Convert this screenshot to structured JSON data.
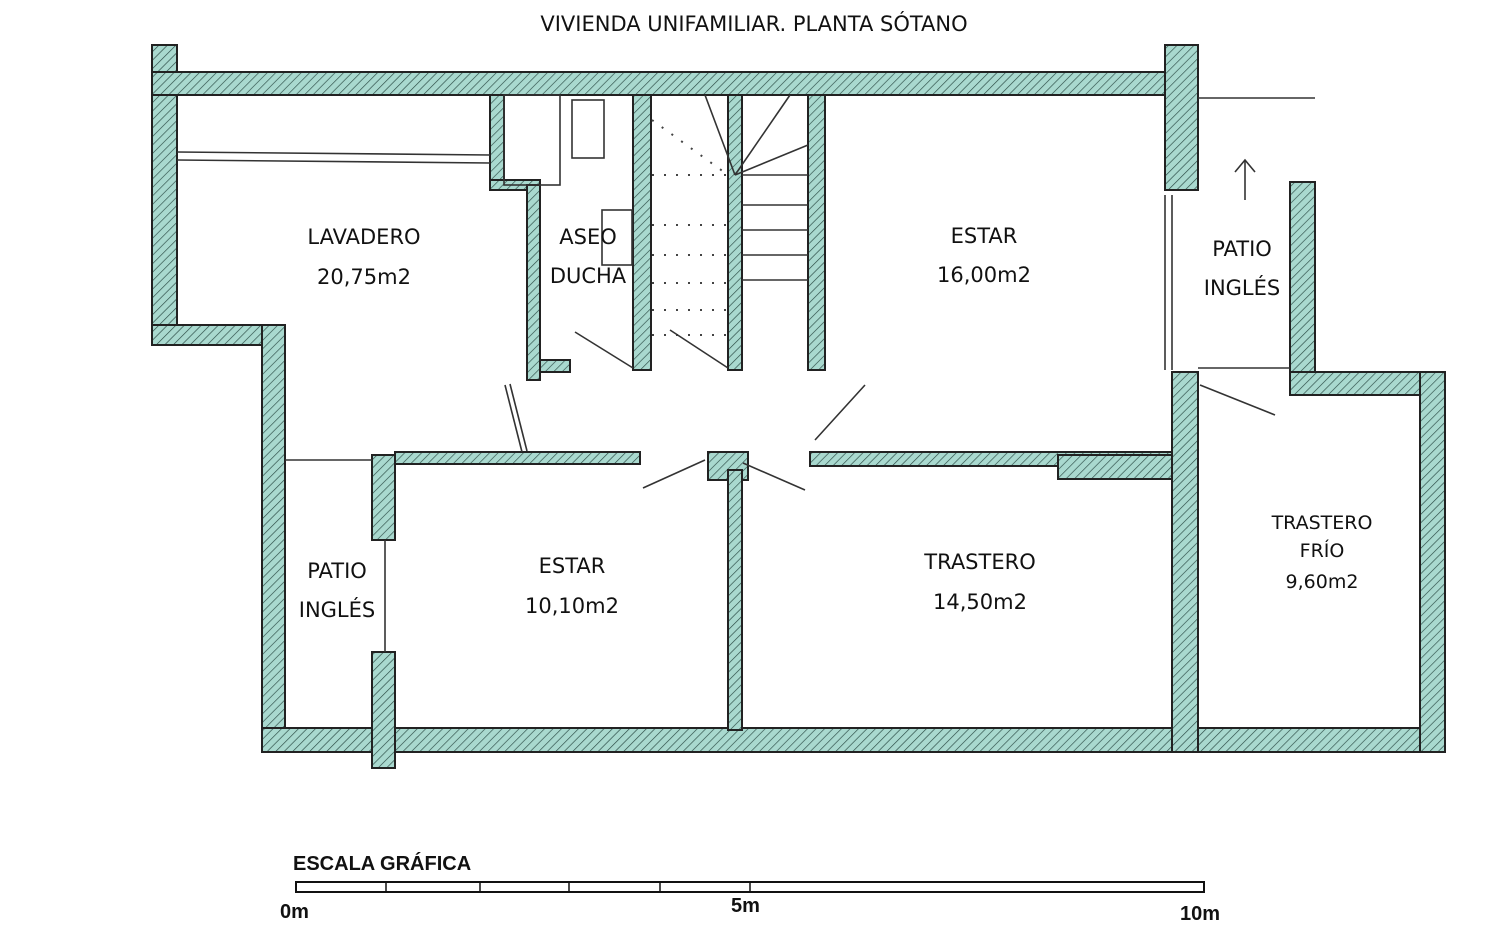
{
  "title": "VIVIENDA UNIFAMILIAR. PLANTA SÓTANO",
  "colors": {
    "wall_fill": "#a9d9cf",
    "hatch": "#2a4a44",
    "ink": "#222222"
  },
  "rooms": [
    {
      "name": "LAVADERO",
      "area": "20,75m2"
    },
    {
      "name": "ASEO",
      "area": "DUCHA"
    },
    {
      "name": "ESTAR",
      "area": "16,00m2"
    },
    {
      "name": "PATIO",
      "area": "INGLÉS"
    },
    {
      "name": "PATIO",
      "area": "INGLÉS"
    },
    {
      "name": "ESTAR",
      "area": "10,10m2"
    },
    {
      "name": "TRASTERO",
      "area": "14,50m2"
    },
    {
      "name": "TRASTERO FRÍO",
      "name2": "FRÍO",
      "name1": "TRASTERO",
      "area": "9,60m2"
    }
  ],
  "scale": {
    "title": "ESCALA GRÁFICA",
    "labels": [
      "0m",
      "5m",
      "10m"
    ]
  }
}
